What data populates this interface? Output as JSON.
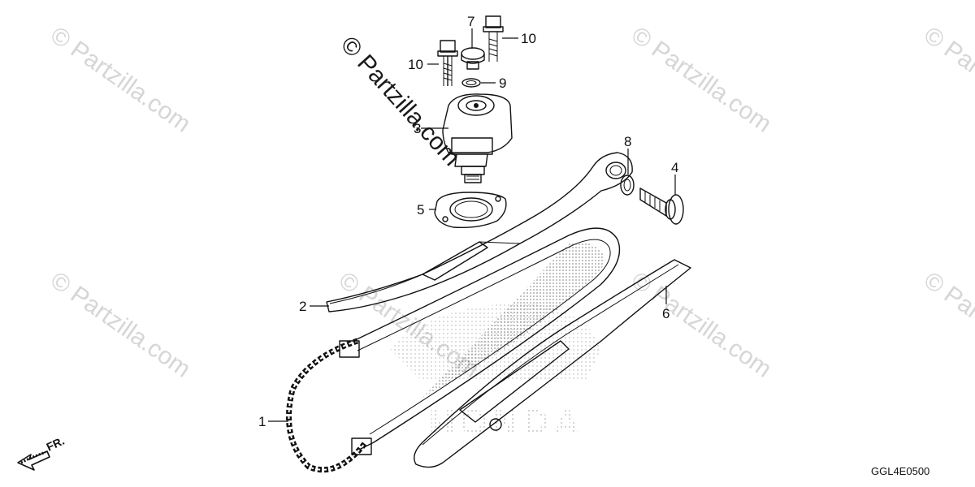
{
  "watermark": {
    "main_text": "© Partzilla.com",
    "repeat_text": "© Partzilla.com"
  },
  "diagram_code": "GGL4E0500",
  "direction_label": "FR.",
  "brand_mark": "HONDA",
  "callouts": [
    {
      "id": "c1",
      "label": "1"
    },
    {
      "id": "c2",
      "label": "2"
    },
    {
      "id": "c3",
      "label": "3"
    },
    {
      "id": "c4",
      "label": "4"
    },
    {
      "id": "c5",
      "label": "5"
    },
    {
      "id": "c6",
      "label": "6"
    },
    {
      "id": "c7",
      "label": "7"
    },
    {
      "id": "c8",
      "label": "8"
    },
    {
      "id": "c9",
      "label": "9"
    },
    {
      "id": "c10a",
      "label": "10"
    },
    {
      "id": "c10b",
      "label": "10"
    }
  ],
  "colors": {
    "line": "#111111",
    "watermark": "#d6d6d6",
    "stipple": "#555555"
  }
}
